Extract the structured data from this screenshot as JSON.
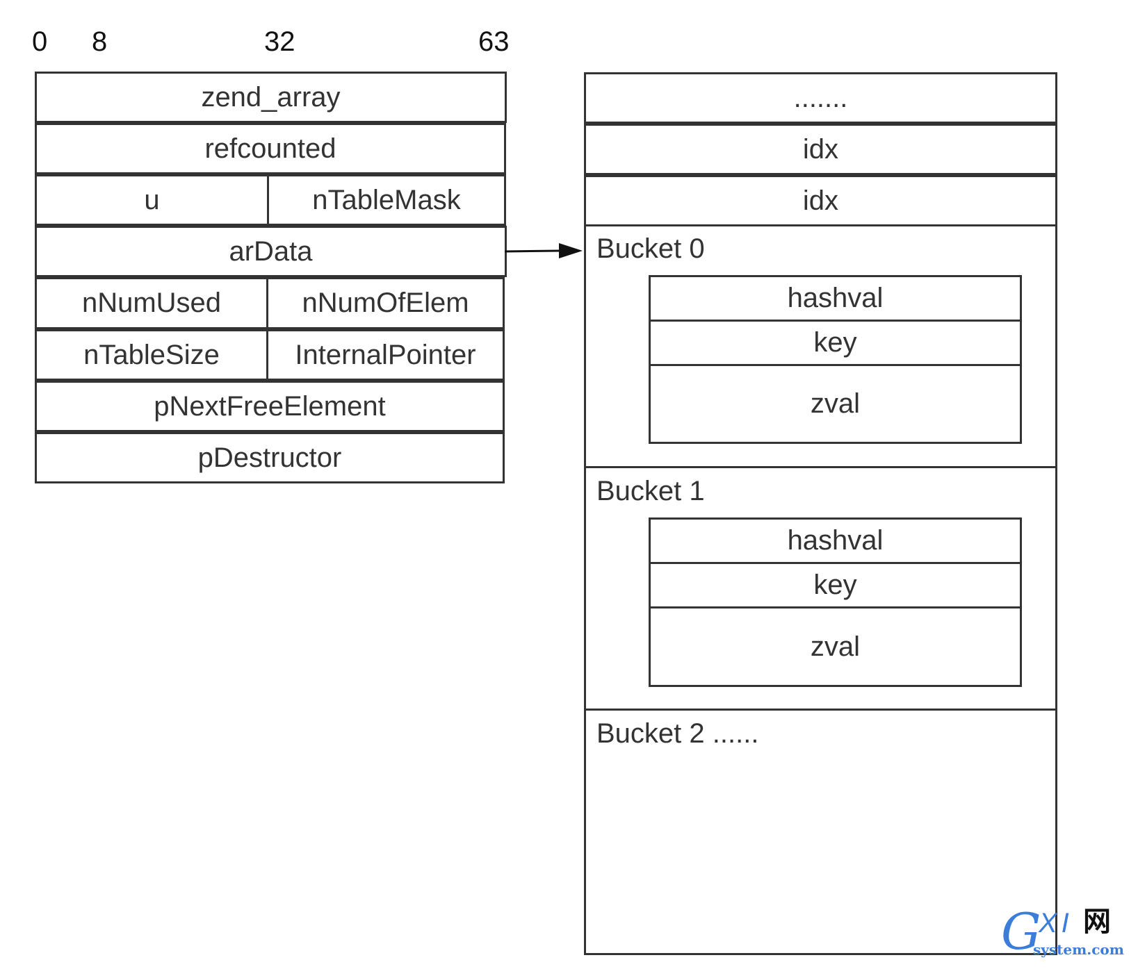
{
  "ruler": {
    "b0": "0",
    "b8": "8",
    "b32": "32",
    "b63": "63"
  },
  "zend_array": {
    "title": "zend_array",
    "refcounted": "refcounted",
    "u": "u",
    "nTableMask": "nTableMask",
    "arData": "arData",
    "nNumUsed": "nNumUsed",
    "nNumOfElem": "nNumOfElem",
    "nTableSize": "nTableSize",
    "InternalPointer": "InternalPointer",
    "pNextFreeElement": "pNextFreeElement",
    "pDestructor": "pDestructor"
  },
  "hash_area": {
    "top_ellipsis": ".......",
    "idx_1": "idx",
    "idx_2": "idx"
  },
  "buckets": [
    {
      "label": "Bucket 0",
      "hashval": "hashval",
      "key": "key",
      "zval": "zval"
    },
    {
      "label": "Bucket 1",
      "hashval": "hashval",
      "key": "key",
      "zval": "zval"
    },
    {
      "label": "Bucket 2 ......"
    }
  ],
  "watermark": {
    "g": "G",
    "xi": "XI",
    "cn": "网",
    "sub": "system.com"
  },
  "colors": {
    "line": "#333333",
    "text": "#333333",
    "watermark": "#3b7dd8"
  }
}
